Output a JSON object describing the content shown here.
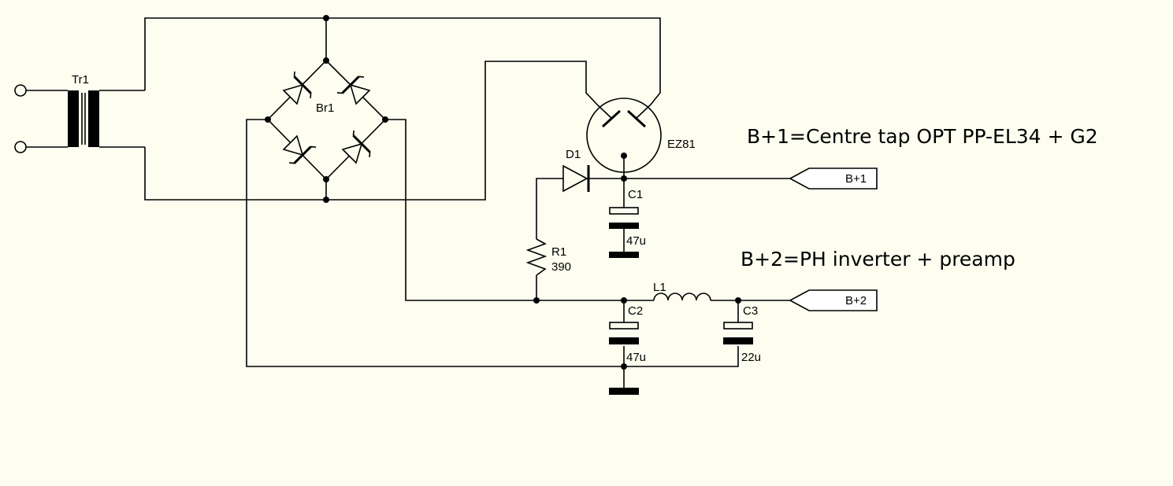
{
  "labels": {
    "tr1": "Tr1",
    "br1": "Br1",
    "ez81": "EZ81",
    "d1": "D1",
    "c1": "C1",
    "c1_val": "47u",
    "r1": "R1",
    "r1_val": "390",
    "l1": "L1",
    "c2": "C2",
    "c2_val": "47u",
    "c3": "C3",
    "c3_val": "22u",
    "bplus1": "B+1",
    "bplus2": "B+2"
  },
  "notes": {
    "b1": "B+1=Centre tap OPT PP-EL34 + G2",
    "b2": "B+2=PH inverter + preamp"
  }
}
